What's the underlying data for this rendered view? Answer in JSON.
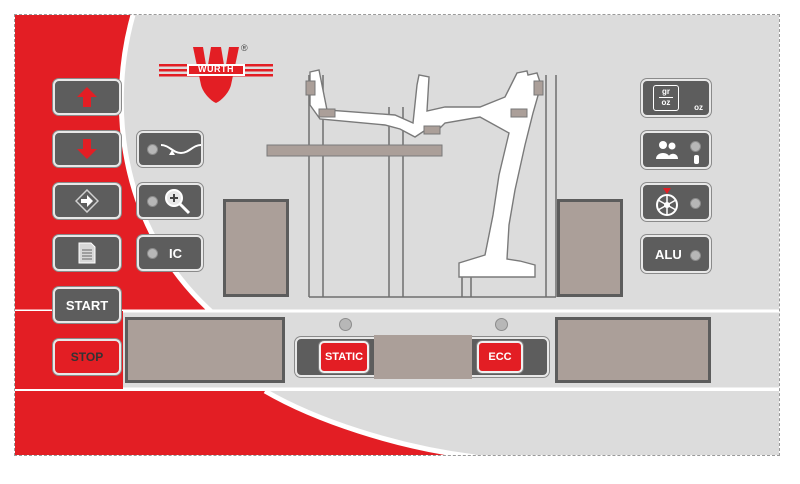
{
  "brand": {
    "name": "WURTH",
    "registered": "®",
    "color": "#e31e24"
  },
  "colors": {
    "red": "#e31e24",
    "panel": "#dcdcdc",
    "button": "#5d5d5d",
    "display": "#ab9f99"
  },
  "left_buttons": {
    "up": {
      "icon": "arrow-up-icon"
    },
    "down": {
      "icon": "arrow-down-icon"
    },
    "enter": {
      "icon": "enter-icon"
    },
    "menu": {
      "icon": "document-icon"
    },
    "start_label": "START",
    "stop_label": "STOP"
  },
  "mode_buttons": {
    "weights": {
      "icon": "wheel-weights-icon"
    },
    "zoom": {
      "icon": "zoom-icon"
    },
    "ic_label": "IC"
  },
  "right_buttons": {
    "units": {
      "icon": "scale-icon",
      "top": "gr",
      "bottom": "oz",
      "corner": "oz"
    },
    "users": {
      "icon": "users-icon"
    },
    "wheel": {
      "icon": "wheel-icon"
    },
    "alu_label": "ALU"
  },
  "bottom": {
    "static_label": "STATIC",
    "ecc_label": "ECC"
  }
}
